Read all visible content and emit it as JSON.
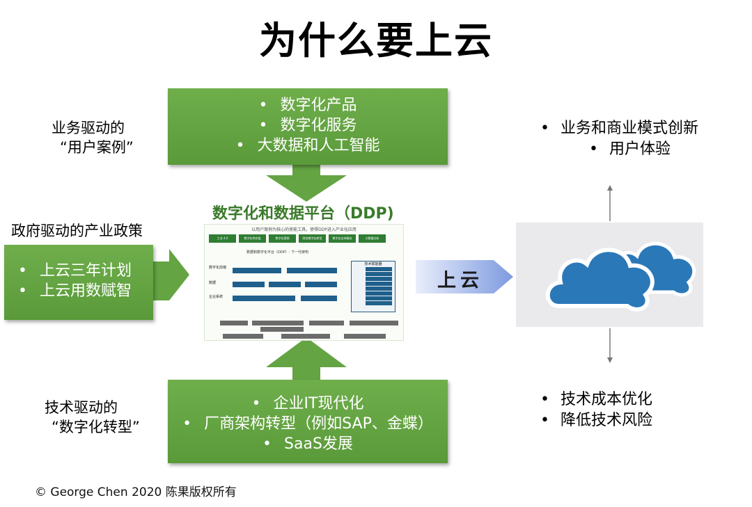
{
  "title": "为什么要上云",
  "top_box": {
    "items": [
      "数字化产品",
      "数字化服务",
      "大数据和人工智能"
    ]
  },
  "left_label": "政府驱动的产业政策",
  "left_box": {
    "items": [
      "上云三年计划",
      "上云用数赋智"
    ]
  },
  "bottom_box": {
    "items": [
      "企业IT现代化",
      "厂商架构转型（例如SAP、金蝶）",
      "SaaS发展"
    ]
  },
  "label_business": {
    "line1": "业务驱动的",
    "line2": "“用户案例”"
  },
  "label_tech": {
    "line1": "技术驱动的",
    "line2": "“数字化转型”"
  },
  "ddp_title": "数字化和数据平台（DDP)",
  "platform": {
    "header": "以用户案例为核心的使能工具，使得DDP进入产业化应用",
    "subtitle": "数据和数字化平台（DDP）- 下一代架构",
    "chips": [
      "工业 4.0",
      "数字化供应链",
      "数字化营销",
      "财务数字化转型",
      "数字化支持服务",
      "大数据分析"
    ],
    "left_labels": [
      "数字化前端",
      "数据",
      "企业系统"
    ],
    "tech_title": "技术赋能器"
  },
  "arrow_label": "上云",
  "right_top": {
    "items": [
      "业务和商业模式创新",
      "用户体验"
    ]
  },
  "right_bottom": {
    "items": [
      "技术成本优化",
      "降低技术风险"
    ]
  },
  "copyright": "© George Chen 2020 陈果版权所有",
  "colors": {
    "green": "#5fa03f",
    "arrow_blue": "#7d9ae0",
    "cloud_blue": "#2b78b8",
    "ddp_title": "#3a7a2a"
  }
}
